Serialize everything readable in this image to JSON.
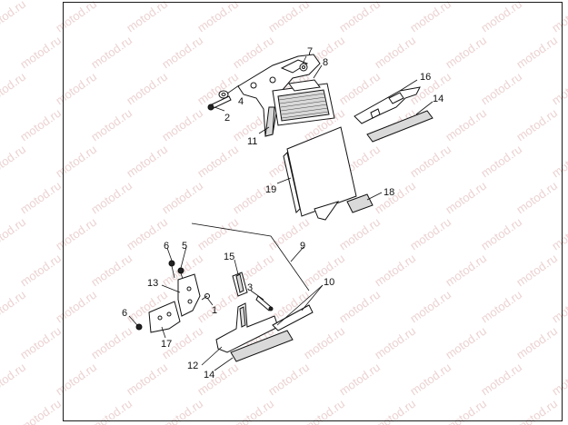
{
  "watermark": "motod.ru",
  "colors": {
    "watermark": "#ecd2d2",
    "line": "#111111",
    "frame": "#1a1a1a"
  },
  "callouts": {
    "c1": "1",
    "c2": "2",
    "c3": "3",
    "c4": "4",
    "c5": "5",
    "c6a": "6",
    "c6b": "6",
    "c7": "7",
    "c8": "8",
    "c9": "9",
    "c10": "10",
    "c11": "11",
    "c12": "12",
    "c13": "13",
    "c14a": "14",
    "c14b": "14",
    "c15": "15",
    "c16": "16",
    "c17": "17",
    "c18": "18",
    "c19": "19"
  }
}
